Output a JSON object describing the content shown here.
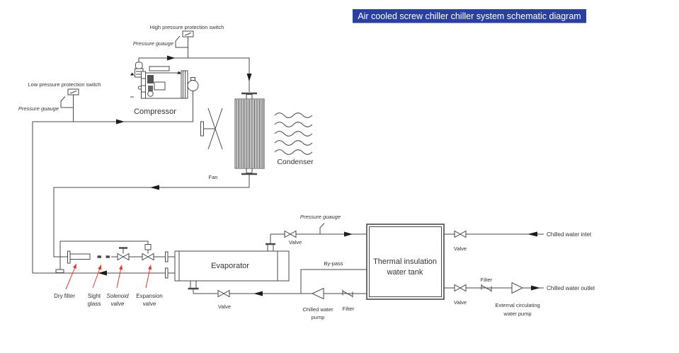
{
  "title": {
    "text": "Air cooled screw chiller chiller system schematic diagram"
  },
  "labels": {
    "high_pressure_switch": "High pressure protection switch",
    "pressure_gauge_top": "Pressure guauge",
    "low_pressure_switch": "Low pressure protection switch",
    "pressure_gauge_left": "Pressure guauge",
    "pressure_gauge_water": "Pressure guauge",
    "compressor": "Compressor",
    "fan": "Fan",
    "condenser": "Condenser",
    "dry_filter": "Dry filter",
    "sight_glass_line1": "Sight",
    "sight_glass_line2": "glass",
    "solenoid_line1": "Solenoid",
    "solenoid_line2": "valve",
    "expansion_line1": "Expansion",
    "expansion_line2": "valve",
    "evaporator": "Evaporator",
    "valve_pump_line": "Valve",
    "valve_water_top": "Valve",
    "bypass": "By-pass",
    "chilled_pump_line1": "Chilled water",
    "chilled_pump_line2": "pump",
    "filter_pump_line": "Filter",
    "tank_line1": "Thermal insulation",
    "tank_line2": "water tank",
    "valve_inlet": "Valve",
    "chilled_water_inlet": "Chilled water inlet",
    "valve_outlet": "Valve",
    "filter_outlet": "Filter",
    "chilled_water_outlet": "Chilled water outlet",
    "ext_pump_line1": "External circulating",
    "ext_pump_line2": "water pump"
  },
  "colors": {
    "line": "#4a4a4a",
    "label": "#333333",
    "leader_red": "#e23b2e",
    "title_bg": "#2b3f9e",
    "title_text": "#ffffff"
  }
}
